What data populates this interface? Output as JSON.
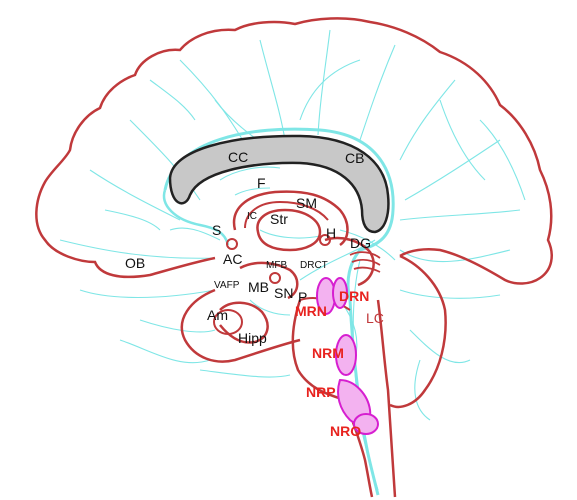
{
  "colors": {
    "outline": "#c0393b",
    "vessel": "#7fe6e6",
    "corpus_fill": "#c8c8c8",
    "corpus_stroke": "#222222",
    "nucleus_fill": "#f3b2f0",
    "nucleus_stroke": "#d61fd0",
    "black_label": "#111111",
    "red_label": "#e8231f"
  },
  "labels": {
    "cc": "CC",
    "cb": "CB",
    "f": "F",
    "sm": "SM",
    "ic": "IC",
    "str": "Str",
    "s": "S",
    "h": "H",
    "dg": "DG",
    "ob": "OB",
    "ac": "AC",
    "mfb": "MFB",
    "drct": "DRCT",
    "vafp": "VAFP",
    "mb": "MB",
    "sn": "SN",
    "p": "P",
    "am": "Am",
    "hipp": "Hipp",
    "lc": "LC"
  },
  "nuclei_labels": {
    "drn": "DRN",
    "mrn": "MRN",
    "nrm": "NRM",
    "nrp": "NRP",
    "nro": "NRO"
  }
}
